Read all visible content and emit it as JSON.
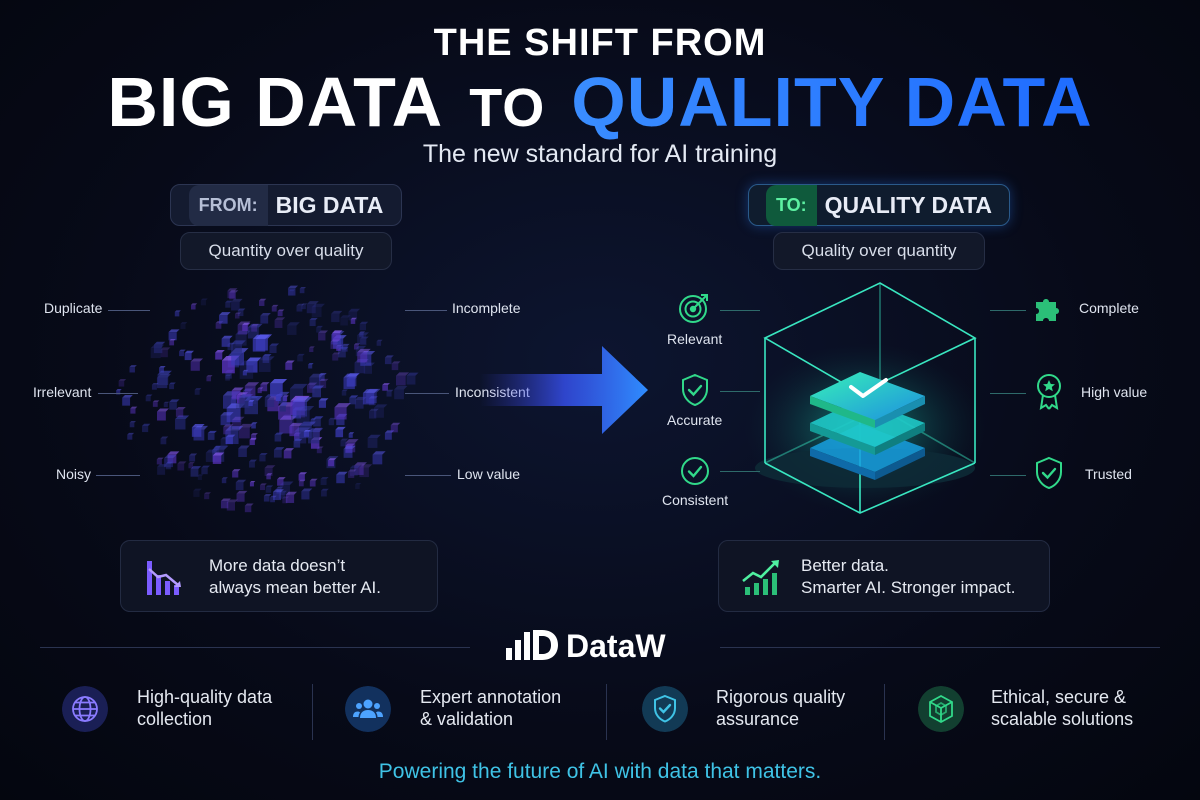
{
  "header": {
    "line1": "THE SHIFT FROM",
    "word_left": "BIG DATA",
    "word_to": "TO",
    "word_right": "QUALITY DATA",
    "subtitle": "The new standard for AI training"
  },
  "from": {
    "prefix": "FROM:",
    "title": "BIG DATA",
    "subtitle": "Quantity over quality",
    "labels": [
      "Duplicate",
      "Incomplete",
      "Irrelevant",
      "Inconsistent",
      "Noisy",
      "Low value"
    ],
    "note_line1": "More data doesn’t",
    "note_line2": "always mean better AI.",
    "accent": "#7b5cff"
  },
  "to": {
    "prefix": "TO:",
    "title": "QUALITY DATA",
    "subtitle": "Quality over quantity",
    "left_labels": [
      "Relevant",
      "Accurate",
      "Consistent"
    ],
    "right_labels": [
      "Complete",
      "High value",
      "Trusted"
    ],
    "note_line1": "Better data.",
    "note_line2": "Smarter AI. Stronger impact.",
    "accent": "#2fe08a"
  },
  "brand": {
    "name": "DataW"
  },
  "features": [
    {
      "icon": "globe-icon",
      "line1": "High-quality data",
      "line2": "collection"
    },
    {
      "icon": "people-icon",
      "line1": "Expert annotation",
      "line2": "& validation"
    },
    {
      "icon": "shield-check-icon",
      "line1": "Rigorous quality",
      "line2": "assurance"
    },
    {
      "icon": "cube-network-icon",
      "line1": "Ethical, secure &",
      "line2": "scalable solutions"
    }
  ],
  "tagline": "Powering the future of AI with data that matters."
}
